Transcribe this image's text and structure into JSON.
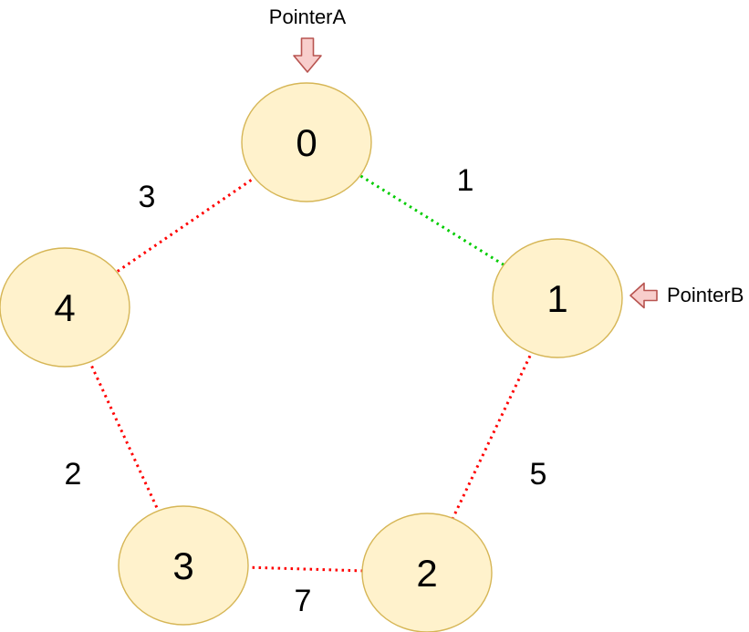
{
  "colors": {
    "background": "#ffffff",
    "node_fill": "#fff2cc",
    "node_border": "#d6b656",
    "edge_red": "#ff0000",
    "edge_green": "#00cc00",
    "pointer_fill": "#f8cecc",
    "pointer_border": "#b85450",
    "text": "#000000"
  },
  "nodes": [
    {
      "label": "0"
    },
    {
      "label": "1"
    },
    {
      "label": "2"
    },
    {
      "label": "3"
    },
    {
      "label": "4"
    }
  ],
  "edges": [
    {
      "from": "0",
      "to": "1",
      "weight": "1",
      "color": "green"
    },
    {
      "from": "1",
      "to": "2",
      "weight": "5",
      "color": "red"
    },
    {
      "from": "2",
      "to": "3",
      "weight": "7",
      "color": "red"
    },
    {
      "from": "3",
      "to": "4",
      "weight": "2",
      "color": "red"
    },
    {
      "from": "4",
      "to": "0",
      "weight": "3",
      "color": "red"
    }
  ],
  "pointers": [
    {
      "label": "PointerA",
      "points_to": "0",
      "direction": "down"
    },
    {
      "label": "PointerB",
      "points_to": "1",
      "direction": "left"
    }
  ]
}
